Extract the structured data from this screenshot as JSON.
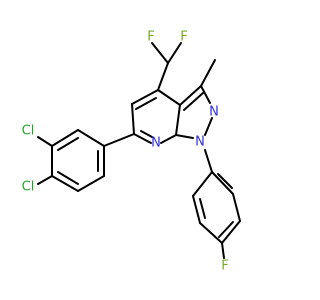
{
  "molecule": {
    "atoms": {
      "f_left": "F",
      "f_right": "F",
      "n_ring": "N",
      "n_pyrazole_upper": "N",
      "n_pyrazole_lower": "N",
      "cl_upper": "Cl",
      "cl_lower": "Cl",
      "f_para": "F"
    },
    "colors": {
      "bond": "#000000",
      "nitrogen": "#2f2fd8",
      "fluorine": "#7aa82a",
      "chlorine": "#27a327"
    }
  }
}
